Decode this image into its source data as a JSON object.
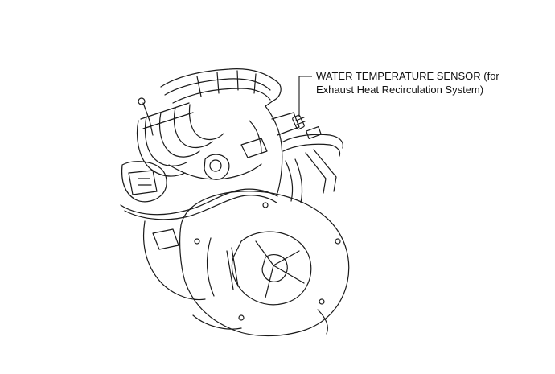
{
  "callout": {
    "line1": "WATER TEMPERATURE SENSOR (for",
    "line2": "Exhaust Heat Recirculation System)"
  },
  "colors": {
    "line": "#1a1a1a",
    "background": "#ffffff"
  },
  "icons": {
    "engine": "engine-assembly-illustration",
    "sensor": "water-temperature-sensor-icon"
  }
}
